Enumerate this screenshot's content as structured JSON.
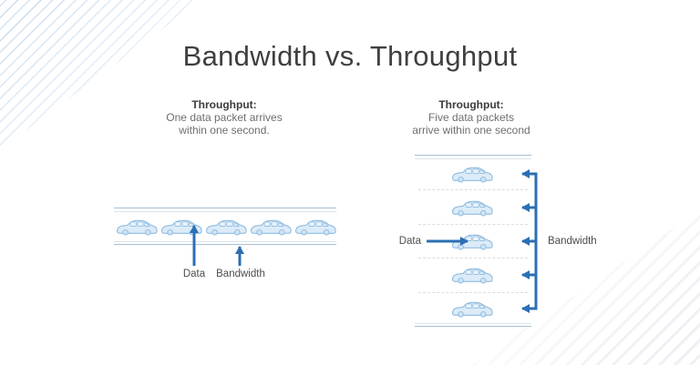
{
  "slide": {
    "title": "Bandwidth vs. Throughput"
  },
  "left_panel": {
    "caption": {
      "heading": "Throughput:",
      "line1": "One data packet arrives",
      "line2": "within one second."
    },
    "packet_count": 5,
    "lane_count": 1,
    "labels": {
      "data": "Data",
      "bandwidth": "Bandwidth"
    }
  },
  "right_panel": {
    "caption": {
      "heading": "Throughput:",
      "line1": "Five data packets",
      "line2": "arrive within one second"
    },
    "packet_count": 5,
    "lane_count": 5,
    "labels": {
      "data": "Data",
      "bandwidth": "Bandwidth"
    }
  },
  "colors": {
    "arrow_blue": "#2b6fb4",
    "car_fill": "#dcebf8",
    "car_stroke": "#8fbce0",
    "road_line_dark": "#a9c0d1",
    "road_line_light": "#d9e4ec",
    "lane_divider": "#d4dee6",
    "title_text": "#3f3f3f",
    "caption_text": "#6e6e6e",
    "label_text": "#4d4d4d",
    "decoration_blue": "#a4c7e6",
    "decoration_gray": "#d6dde6"
  }
}
